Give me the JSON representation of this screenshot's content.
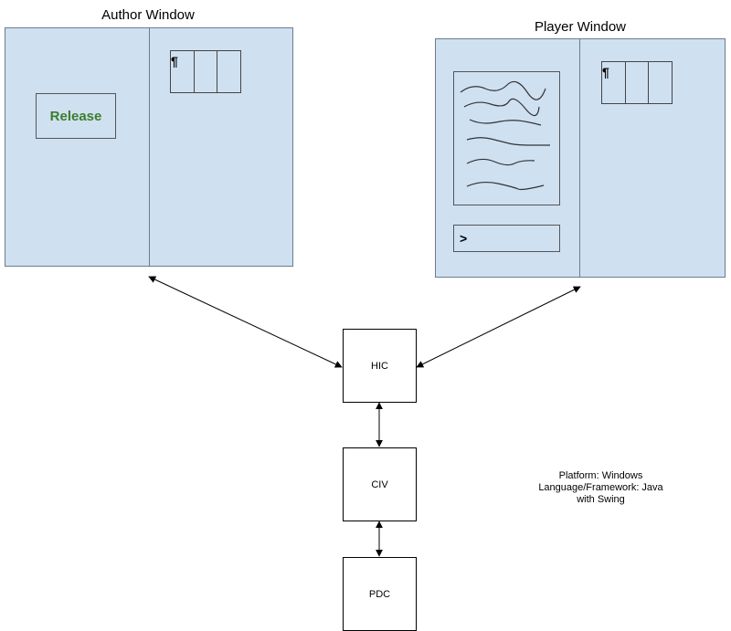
{
  "author_window": {
    "title": "Author Window",
    "release_button": "Release",
    "tab_marker": "¶"
  },
  "player_window": {
    "title": "Player Window",
    "tab_marker": "¶",
    "command_prompt": ">"
  },
  "nodes": {
    "hic": "HIC",
    "civ": "CIV",
    "pdc": "PDC"
  },
  "platform_note": {
    "line1": "Platform: Windows",
    "line2": "Language/Framework: Java",
    "line3": "with Swing"
  },
  "colors": {
    "window_fill": "#cfe0f1",
    "window_border": "#6b7c8d",
    "release_text": "#3b7f2a"
  }
}
